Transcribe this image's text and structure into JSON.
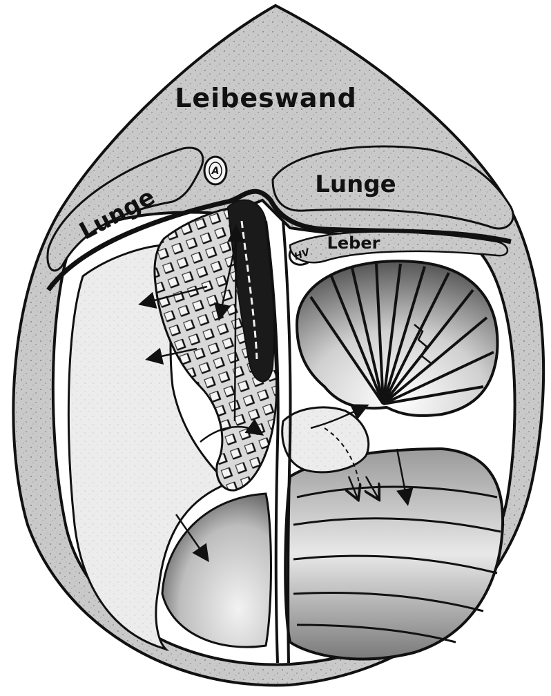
{
  "diagram": {
    "labels": {
      "body_wall": "Leibeswand",
      "lung_left": "Lunge",
      "lung_right": "Lunge",
      "liver": "Leber",
      "aorta": "A",
      "hepatic_vein": "HV"
    }
  }
}
